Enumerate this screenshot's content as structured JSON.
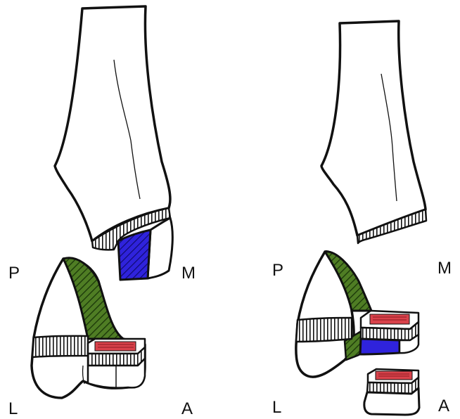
{
  "colors": {
    "outline": "#111111",
    "physis_stripe": "#111111",
    "fragment_green": "#4f7d24",
    "fragment_blue": "#2f23dc",
    "fragment_red": "#d9424b",
    "background": "#ffffff"
  },
  "left_diagram": {
    "labels": {
      "p": "P",
      "m": "M",
      "l": "L",
      "a": "A"
    }
  },
  "right_diagram": {
    "labels": {
      "p": "P",
      "m": "M",
      "l": "L",
      "a": "A"
    }
  }
}
